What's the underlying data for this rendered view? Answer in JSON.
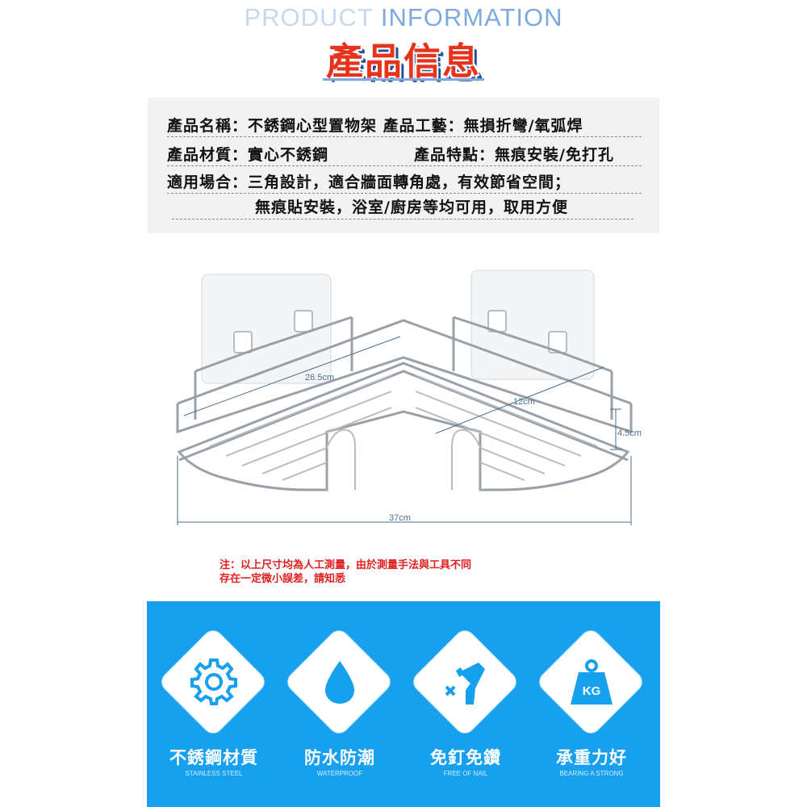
{
  "header": {
    "eng_title_light": "PRODUCT",
    "eng_title_bold": "INFORMATION",
    "zh_title": "產品信息"
  },
  "info": {
    "line1": "產品名稱：不銹鋼心型置物架  產品工藝：無損折彎/氧弧焊",
    "line2a": "產品材質：實心不銹鋼",
    "line2b": "產品特點：無痕安裝/免打孔",
    "line3": "適用場合：三角設計，適合牆面轉角處，有效節省空間；",
    "line4": "無痕貼安裝，浴室/廚房等均可用，取用方便"
  },
  "dimensions": {
    "length_back": "26.5cm",
    "length_side": "12cm",
    "height": "4.5cm",
    "width_front": "37cm"
  },
  "note": {
    "line1": "注：以上尺寸均為人工測量，由於測量手法與工具不同",
    "line2": "存在一定微小誤差，請知悉"
  },
  "features": [
    {
      "zh": "不銹鋼材質",
      "en": "STAINLESS STEEL",
      "icon": "gear-icon"
    },
    {
      "zh": "防水防潮",
      "en": "WATERPROOF",
      "icon": "water-drop-icon"
    },
    {
      "zh": "免釘免鑽",
      "en": "FREE OF NAIL",
      "icon": "drill-icon"
    },
    {
      "zh": "承重力好",
      "en": "BEARING A STRONG",
      "icon": "weight-icon",
      "badge": "KG"
    }
  ],
  "colors": {
    "accent_red": "#e8331c",
    "accent_blue": "#16a0ee",
    "title_blue": "#7fa9de"
  }
}
